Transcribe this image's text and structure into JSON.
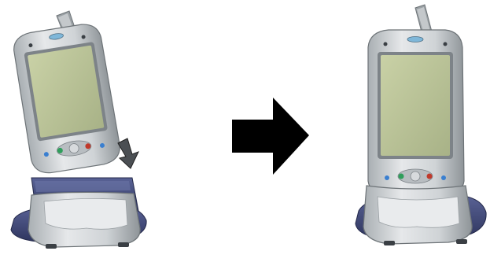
{
  "figure": {
    "panels": [
      {
        "id": "before",
        "content": "pda-lifted-above-cradle"
      },
      {
        "id": "transition",
        "content": "right-arrow"
      },
      {
        "id": "after",
        "content": "pda-seated-in-cradle"
      }
    ],
    "icons": {
      "insert_arrow": "down-arrow-icon",
      "transition_arrow": "right-arrow-icon"
    },
    "colors": {
      "body_silver": "#cfd3d6",
      "body_dark": "#8e9498",
      "screen": "#b9c29a",
      "cradle_blue": "#4a5283",
      "cradle_blue_dark": "#2e355e",
      "arrow": "#000000",
      "green_button": "#2f9e5b",
      "red_button": "#c0392b",
      "blue_button": "#3a7fd0"
    }
  }
}
